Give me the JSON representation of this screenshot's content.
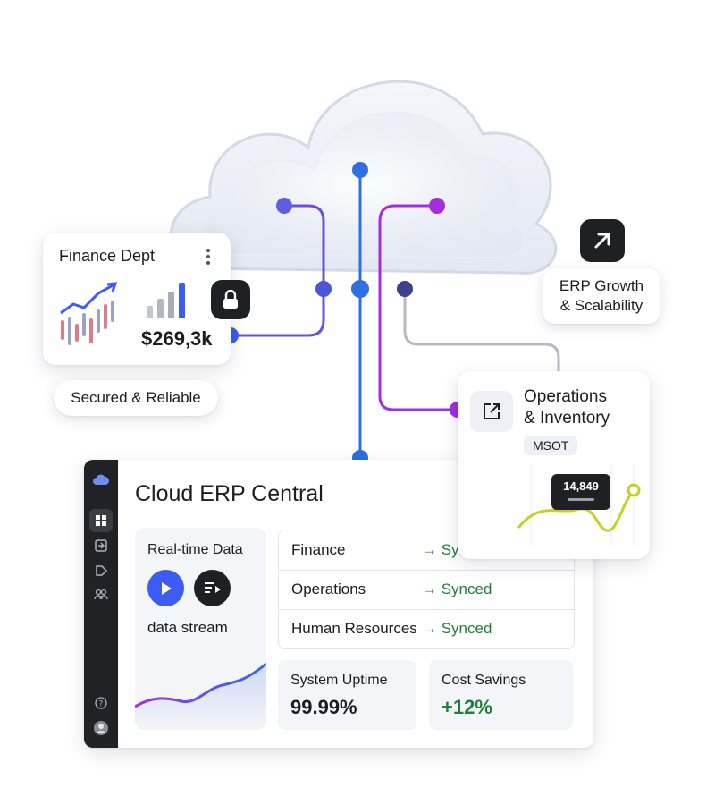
{
  "finance_card": {
    "title": "Finance Dept",
    "menu_icon": "kebab-menu-icon",
    "amount": "$269,3k",
    "chart_icon": "trending-up-chart-icon",
    "bars_icon": "bar-chart-icon"
  },
  "lock_button": {
    "icon": "lock-icon"
  },
  "secured_badge": {
    "label": "Secured & Reliable"
  },
  "growth_button": {
    "icon": "arrow-up-right-icon"
  },
  "growth_badge": {
    "line1": "ERP Growth",
    "line2": "& Scalability"
  },
  "operations_card": {
    "title_line1": "Operations",
    "title_line2": "& Inventory",
    "tag": "MSOT",
    "icon": "external-link-icon",
    "tooltip_value": "14,849"
  },
  "dashboard": {
    "title": "Cloud ERP Central",
    "sidebar_icons": [
      "cloud-logo-icon",
      "dashboard-grid-icon",
      "import-icon",
      "tag-icon",
      "users-icon",
      "help-icon",
      "avatar"
    ],
    "realtime": {
      "title": "Real-time Data",
      "caption": "data stream",
      "play_icon": "play-icon",
      "stream_icon": "playlist-icon"
    },
    "sync_rows": [
      {
        "name": "Finance",
        "status": "→ Synced"
      },
      {
        "name": "Operations",
        "status": "→ Synced"
      },
      {
        "name": "Human Resources",
        "status": "→ Synced"
      }
    ],
    "metrics": {
      "uptime": {
        "label": "System Uptime",
        "value": "99.99%"
      },
      "savings": {
        "label": "Cost Savings",
        "value": "+12%"
      }
    }
  },
  "colors": {
    "blue_line": "#2f6fe0",
    "purple_line": "#6d4fd8",
    "magenta_line": "#a32ee0",
    "gray_line": "#b8b8c6",
    "synced_green": "#1e7e3a",
    "dark_button": "#1f2024",
    "accent_blue": "#3d5cf5"
  }
}
